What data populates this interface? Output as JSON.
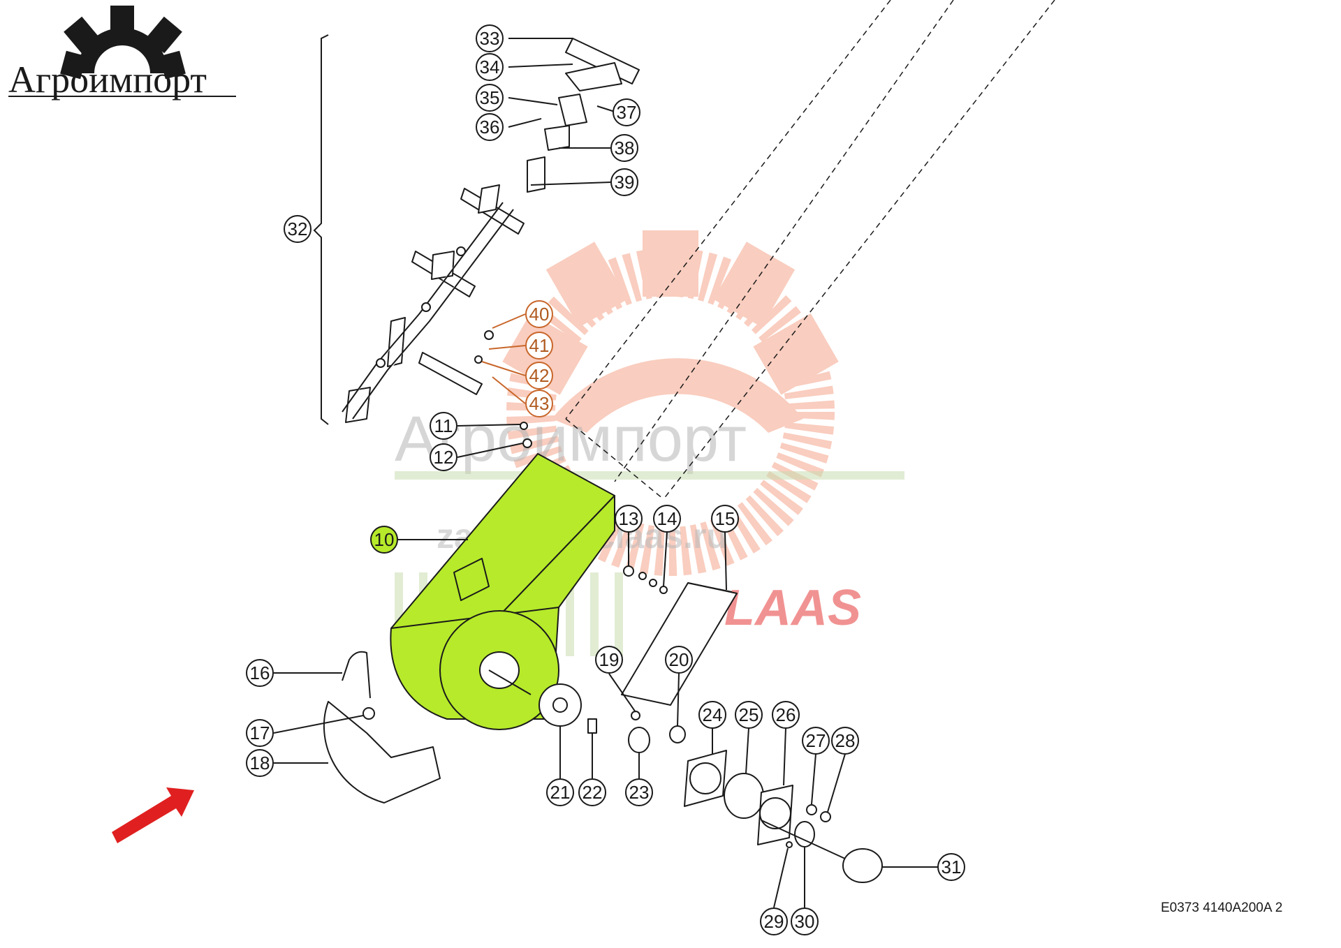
{
  "logo": {
    "text": "Агроимпорт"
  },
  "watermark": {
    "company": "Агроимпорт",
    "site": "zapchasticlaas.ru",
    "brand": "CLAAS",
    "gear_color": "#f08a6a",
    "green_color": "#c8ddb0",
    "brand_color": "#e63a3a"
  },
  "highlight_color": "#b6ea2a",
  "arrow_color": "#e02020",
  "drawing_code": "E0373 4140A200A 2",
  "callouts": {
    "c10": "10",
    "c11": "11",
    "c12": "12",
    "c13": "13",
    "c14": "14",
    "c15": "15",
    "c16": "16",
    "c17": "17",
    "c18": "18",
    "c19": "19",
    "c20": "20",
    "c21": "21",
    "c22": "22",
    "c23": "23",
    "c24": "24",
    "c25": "25",
    "c26": "26",
    "c27": "27",
    "c28": "28",
    "c29": "29",
    "c30": "30",
    "c31": "31",
    "c32": "32",
    "c33": "33",
    "c34": "34",
    "c35": "35",
    "c36": "36",
    "c37": "37",
    "c38": "38",
    "c39": "39",
    "c40": "40",
    "c41": "41",
    "c42": "42",
    "c43": "43"
  }
}
